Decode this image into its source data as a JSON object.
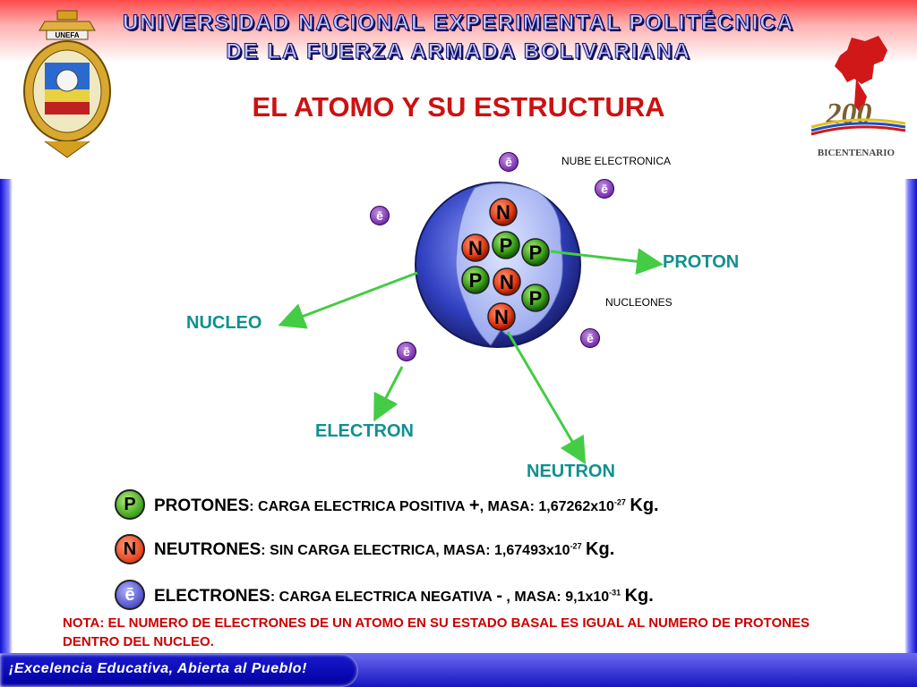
{
  "header": {
    "line1": "UNIVERSIDAD NACIONAL EXPERIMENTAL POLITÉCNICA",
    "line2": "DE LA FUERZA ARMADA BOLIVARIANA",
    "left_logo_text": "UNEFA",
    "right_logo_number": "200",
    "right_logo_text": "BICENTENARIO"
  },
  "title": "EL ATOMO Y SU ESTRUCTURA",
  "diagram": {
    "labels": {
      "nube": "NUBE ELECTRONICA",
      "nucleones": "NUCLEONES",
      "proton": "PROTON",
      "nucleo": "NUCLEO",
      "electron": "ELECTRON",
      "neutron": "NEUTRON"
    },
    "electron_symbol": "ē",
    "particles": [
      "N",
      "N",
      "P",
      "P",
      "P",
      "N",
      "P",
      "N"
    ]
  },
  "legend": {
    "proton": {
      "symbol": "P",
      "name": "PROTONES",
      "desc": ": CARGA ELECTRICA POSITIVA",
      "sign": "+",
      "mass": ", MASA: 1,67262x10",
      "exp": "-27",
      "unit": "Kg."
    },
    "neutron": {
      "symbol": "N",
      "name": "NEUTRONES",
      "desc": ": SIN CARGA ELECTRICA, MASA: 1,67493x10",
      "exp": "-27",
      "unit": "Kg."
    },
    "electron": {
      "symbol": "ē",
      "name": "ELECTRONES",
      "desc": ": CARGA ELECTRICA NEGATIVA",
      "sign": "-",
      "mass": " , MASA: 9,1x10",
      "exp": "-31",
      "unit": "Kg."
    }
  },
  "note": "NOTA: EL NUMERO DE ELECTRONES DE UN ATOMO EN SU ESTADO BASAL ES IGUAL AL NUMERO DE PROTONES DENTRO DEL NUCLEO.",
  "footer": {
    "slogan": "¡Excelencia Educativa, Abierta al Pueblo!"
  },
  "colors": {
    "title": "#cc1111",
    "label": "#109090",
    "arrow": "#44cc44",
    "proton": "#3aa018",
    "neutron": "#e8401a",
    "electron": "#7a2fb0",
    "note": "#cc0000"
  }
}
